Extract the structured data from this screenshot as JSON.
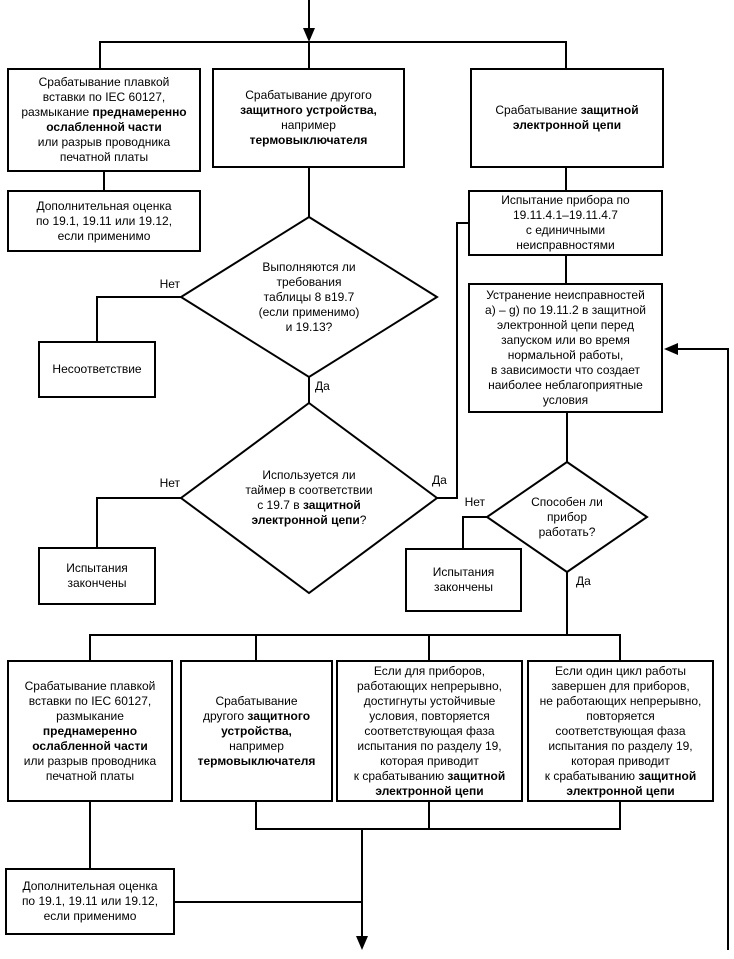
{
  "colors": {
    "line": "#000000",
    "box_border": "#000000",
    "background": "#ffffff",
    "text": "#000000"
  },
  "labels": {
    "no1": "Нет",
    "yes1": "Да",
    "no2": "Нет",
    "yes2": "Да",
    "no3": "Нет",
    "yes3": "Да"
  },
  "nodes": {
    "top_box_fuse": {
      "segments": [
        {
          "t": "Срабатывание плавкой\nвставки по IEC 60127,\nразмыкание ",
          "b": false
        },
        {
          "t": "преднамеренно\nослабленной части",
          "b": true
        },
        {
          "t": "\nили разрыв проводника\nпечатной платы",
          "b": false
        }
      ]
    },
    "top_box_other": {
      "segments": [
        {
          "t": "Срабатывание другого\n",
          "b": false
        },
        {
          "t": "защитного устройства,",
          "b": true
        },
        {
          "t": "\nнапример\n",
          "b": false
        },
        {
          "t": "термовыключателя",
          "b": true
        }
      ]
    },
    "top_box_circuit": {
      "segments": [
        {
          "t": "Срабатывание ",
          "b": false
        },
        {
          "t": "защитной\nэлектронной цепи",
          "b": true
        }
      ]
    },
    "eval_top": {
      "segments": [
        {
          "t": "Дополнительная оценка\nпо 19.1, 19.11 или 19.12,\nесли применимо",
          "b": false
        }
      ]
    },
    "test_device": {
      "segments": [
        {
          "t": "Испытание прибора по\n19.11.4.1–19.11.4.7\nс единичными\nнеисправностями",
          "b": false
        }
      ]
    },
    "fault_clear": {
      "segments": [
        {
          "t": "Устранение неисправностей\na) – g) по 19.11.2 в защитной\nэлектронной цепи перед\nзапуском или во время\nнормальной работы,\nв зависимости что создает\nнаиболее неблагоприятные\nусловия",
          "b": false
        }
      ]
    },
    "decision_requirements": {
      "segments": [
        {
          "t": "Выполняются ли\nтребования\nтаблицы 8 в19.7\n(если применимо)\nи 19.13?",
          "b": false
        }
      ]
    },
    "noncompliance": {
      "segments": [
        {
          "t": "Несоответствие",
          "b": false
        }
      ]
    },
    "decision_timer": {
      "segments": [
        {
          "t": "Используется ли\nтаймер в соответствии\nс 19.7 в ",
          "b": false
        },
        {
          "t": "защитной\nэлектронной цепи",
          "b": true
        },
        {
          "t": "?",
          "b": false
        }
      ]
    },
    "tests_done_left": {
      "segments": [
        {
          "t": "Испытания\nзакончены",
          "b": false
        }
      ]
    },
    "decision_operate": {
      "segments": [
        {
          "t": "Способен ли\nприбор\nработать?",
          "b": false
        }
      ]
    },
    "tests_done_right": {
      "segments": [
        {
          "t": "Испытания\nзакончены",
          "b": false
        }
      ]
    },
    "bot_box_fuse": {
      "segments": [
        {
          "t": "Срабатывание плавкой\nвставки по IEC 60127,\nразмыкание\n",
          "b": false
        },
        {
          "t": "преднамеренно\nослабленной части",
          "b": true
        },
        {
          "t": "\nили разрыв проводника\nпечатной платы",
          "b": false
        }
      ]
    },
    "bot_box_other": {
      "segments": [
        {
          "t": "Срабатывание\nдругого ",
          "b": false
        },
        {
          "t": "защитного\nустройства,",
          "b": true
        },
        {
          "t": "\nнапример\n",
          "b": false
        },
        {
          "t": "термовыключателя",
          "b": true
        }
      ]
    },
    "bot_box_continuous": {
      "segments": [
        {
          "t": "Если для приборов,\nработающих непрерывно,\nдостигнуты устойчивые\nусловия, повторяется\nсоответствующая фаза\nиспытания по разделу 19,\nкоторая приводит\nк срабатыванию ",
          "b": false
        },
        {
          "t": "защитной\nэлектронной цепи",
          "b": true
        }
      ]
    },
    "bot_box_cycle": {
      "segments": [
        {
          "t": "Если один цикл работы\nзавершен для приборов,\nне работающих непрерывно,\nповторяется\nсоответствующая фаза\nиспытания по разделу 19,\nкоторая приводит\nк срабатыванию ",
          "b": false
        },
        {
          "t": "защитной\nэлектронной цепи",
          "b": true
        }
      ]
    },
    "eval_bottom": {
      "segments": [
        {
          "t": "Дополнительная оценка\nпо 19.1, 19.11 или 19.12,\nесли применимо",
          "b": false
        }
      ]
    }
  }
}
